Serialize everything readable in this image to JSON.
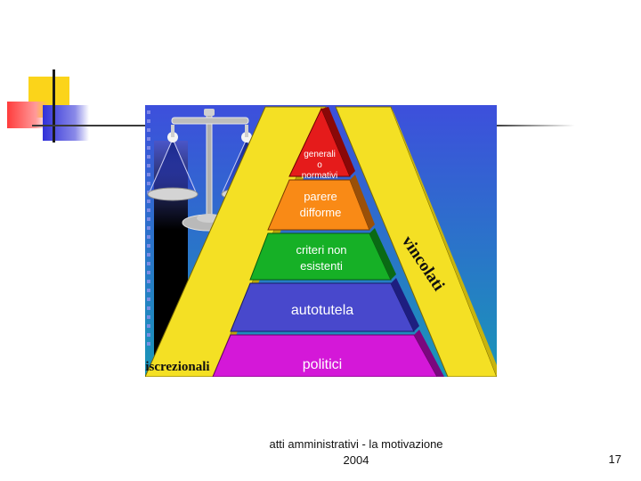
{
  "slide": {
    "footer_line1": "atti amministrativi - la motivazione",
    "footer_line2": "2004",
    "page_number": "17"
  },
  "illustration": {
    "pyramid_levels": [
      {
        "line1": "generali",
        "line2": "o",
        "line3": "normativi",
        "color": "#e51b1b"
      },
      {
        "line1": "parere",
        "line2": "difforme",
        "color": "#f98a16"
      },
      {
        "line1": "criteri non",
        "line2": "esistenti",
        "color": "#16b026"
      },
      {
        "line1": "autotutela",
        "color": "#4848cc"
      },
      {
        "line1": "politici",
        "color": "#d418d8"
      }
    ],
    "label_right": "vincolati",
    "label_left": "discrezionali",
    "colors": {
      "background_top": "#3d4fdc",
      "background_bottom": "#1996b8",
      "frame_yellow": "#f4e024",
      "scale_gray": "#b7b7b7"
    }
  }
}
